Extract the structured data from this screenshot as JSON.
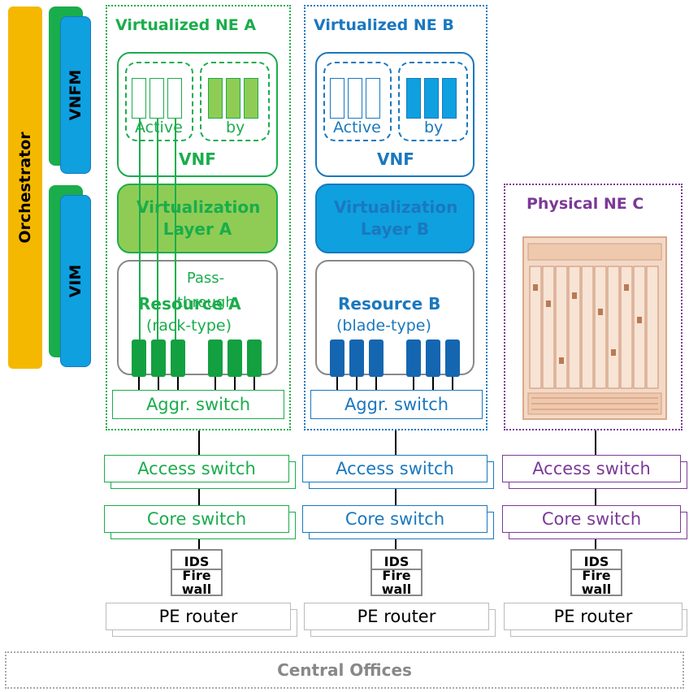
{
  "orchestrator": {
    "label": "Orchestrator"
  },
  "vnfm": {
    "label": "VNFM"
  },
  "vim": {
    "label": "VIM"
  },
  "ne_a": {
    "title": "Virtualized NE A",
    "active_label": "Active",
    "standby_label": "by",
    "vnf_label": "VNF",
    "virt_layer": "Virtualization Layer A",
    "passthrough": "Pass-through",
    "resource": "Resource A",
    "resource_type": "(rack-type)",
    "aggr": "Aggr. switch",
    "access": "Access switch",
    "core": "Core switch",
    "ids": "IDS",
    "firewall": "Firewall",
    "pe": "PE router",
    "color": "#1aad4c"
  },
  "ne_b": {
    "title": "Virtualized NE B",
    "active_label": "Active",
    "standby_label": "by",
    "vnf_label": "VNF",
    "virt_layer": "Virtualization Layer B",
    "resource": "Resource B",
    "resource_type": "(blade-type)",
    "aggr": "Aggr. switch",
    "access": "Access switch",
    "core": "Core switch",
    "ids": "IDS",
    "firewall": "Firewall",
    "pe": "PE router",
    "color": "#1a78be"
  },
  "ne_c": {
    "title": "Physical NE C",
    "access": "Access switch",
    "core": "Core switch",
    "ids": "IDS",
    "firewall": "Firewall",
    "pe": "PE router",
    "color": "#7b3a96"
  },
  "central_offices": "Central Offices",
  "colors": {
    "orchestrator": "#f5b800",
    "green_dark": "#1aad4c",
    "green_fill": "#8fcc55",
    "blue": "#1a78be",
    "blue_fill": "#0fa0e0",
    "purple": "#7b3a96"
  }
}
